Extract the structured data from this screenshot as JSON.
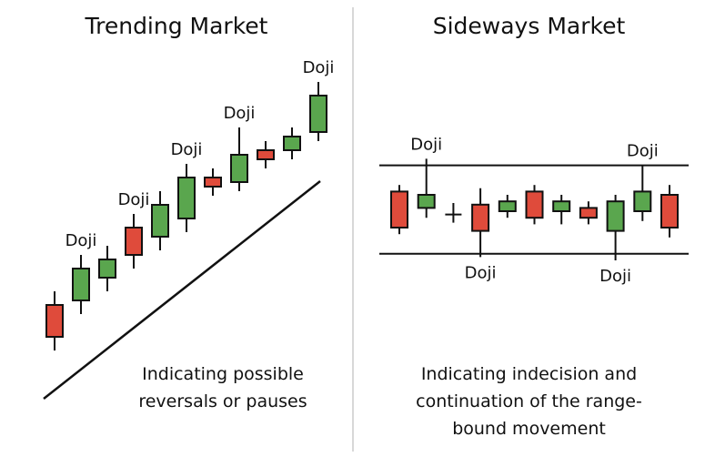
{
  "left_panel": {
    "title": "Trending Market",
    "caption_lines": [
      "Indicating possible",
      "reversals or pauses"
    ],
    "doji_label": "Doji"
  },
  "right_panel": {
    "title": "Sideways Market",
    "caption_lines": [
      "Indicating indecision and",
      "continuation of the range-",
      "bound movement"
    ],
    "doji_label": "Doji"
  },
  "colors": {
    "bullish": "#5aa64e",
    "bearish": "#df4b3b",
    "outline": "#111111",
    "divider": "#cccccc"
  },
  "chart_data": [
    {
      "type": "candlestick",
      "title": "Trending Market",
      "candles": [
        {
          "open": 20,
          "close": 34,
          "high": 40,
          "low": 14,
          "color": "bearish"
        },
        {
          "open": 36,
          "close": 50,
          "high": 56,
          "low": 30,
          "color": "bullish"
        },
        {
          "open": 46,
          "close": 54,
          "high": 60,
          "low": 40,
          "color": "bullish"
        },
        {
          "open": 56,
          "close": 68,
          "high": 74,
          "low": 50,
          "color": "bearish"
        },
        {
          "open": 64,
          "close": 78,
          "high": 84,
          "low": 58,
          "color": "bullish"
        },
        {
          "open": 72,
          "close": 90,
          "high": 96,
          "low": 66,
          "color": "bullish"
        },
        {
          "open": 86,
          "close": 90,
          "high": 94,
          "low": 82,
          "color": "bearish"
        },
        {
          "open": 88,
          "close": 100,
          "high": 112,
          "low": 84,
          "color": "bullish"
        },
        {
          "open": 98,
          "close": 102,
          "high": 106,
          "low": 94,
          "color": "bearish"
        },
        {
          "open": 102,
          "close": 108,
          "high": 112,
          "low": 98,
          "color": "bullish"
        },
        {
          "open": 110,
          "close": 126,
          "high": 132,
          "low": 106,
          "color": "bullish"
        }
      ],
      "doji_candles": [
        1,
        3,
        5,
        7,
        10
      ]
    },
    {
      "type": "candlestick",
      "title": "Sideways Market",
      "candles": [
        {
          "open": 50,
          "close": 72,
          "high": 76,
          "low": 46,
          "color": "bearish"
        },
        {
          "open": 62,
          "close": 70,
          "high": 92,
          "low": 56,
          "color": "bullish"
        },
        {
          "open": 58,
          "close": 58,
          "high": 65,
          "low": 53,
          "color": "doji"
        },
        {
          "open": 48,
          "close": 64,
          "high": 74,
          "low": 32,
          "color": "bearish"
        },
        {
          "open": 60,
          "close": 66,
          "high": 70,
          "low": 56,
          "color": "bullish"
        },
        {
          "open": 56,
          "close": 72,
          "high": 76,
          "low": 52,
          "color": "bearish"
        },
        {
          "open": 60,
          "close": 66,
          "high": 70,
          "low": 52,
          "color": "bullish"
        },
        {
          "open": 56,
          "close": 62,
          "high": 66,
          "low": 52,
          "color": "bearish"
        },
        {
          "open": 48,
          "close": 66,
          "high": 70,
          "low": 30,
          "color": "bullish"
        },
        {
          "open": 60,
          "close": 72,
          "high": 88,
          "low": 54,
          "color": "bullish"
        },
        {
          "open": 50,
          "close": 70,
          "high": 76,
          "low": 44,
          "color": "bearish"
        }
      ],
      "range": {
        "support": 34,
        "resistance": 88
      },
      "doji_top_candles": [
        1,
        9
      ],
      "doji_bottom_candles": [
        3,
        8
      ]
    }
  ]
}
